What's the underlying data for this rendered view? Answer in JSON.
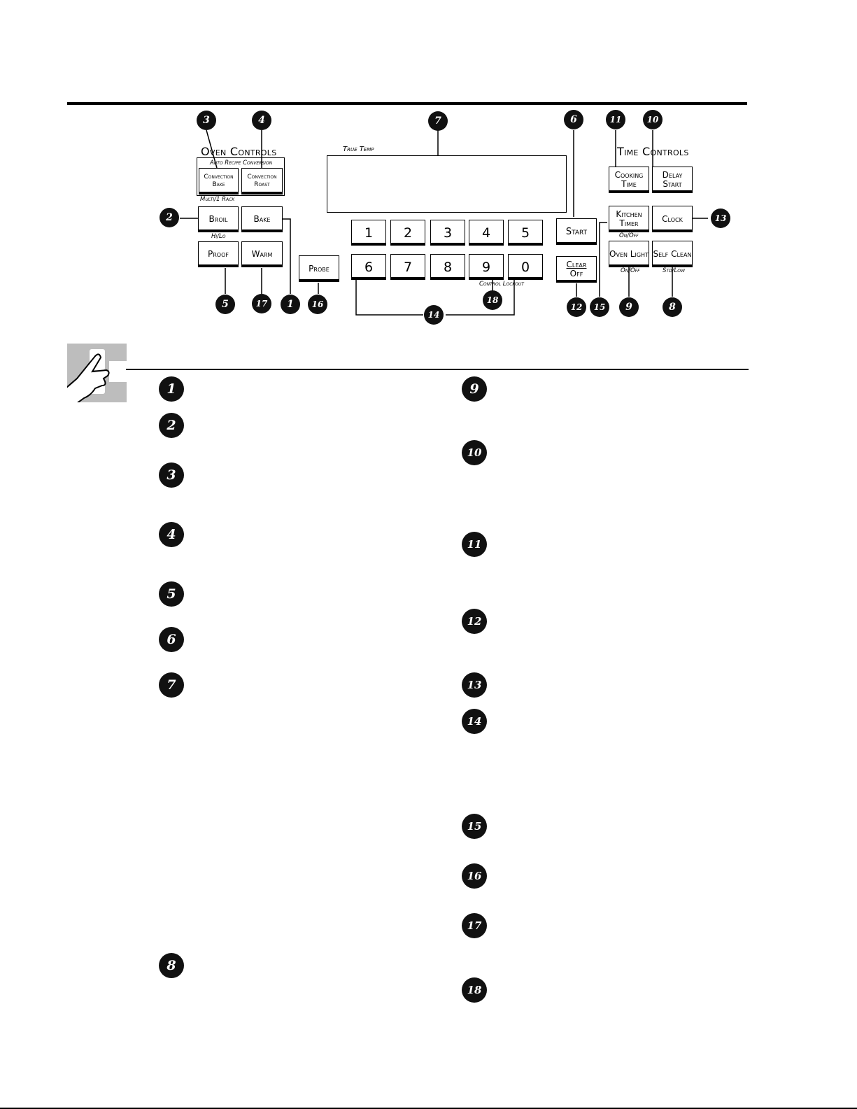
{
  "oven_controls": {
    "title": "Oven Controls",
    "sub_auto_recipe": "Auto Recipe Conversion",
    "sub_multi_rack": "Multi/1 Rack",
    "sub_hilo": "Hi/Lo",
    "keys": {
      "convection_bake": "Convection Bake",
      "convection_roast": "Convection Roast",
      "broil": "Broil",
      "bake": "Bake",
      "proof": "Proof",
      "warm": "Warm",
      "probe": "Probe"
    }
  },
  "display": {
    "label": "True Temp"
  },
  "number_pad": [
    "1",
    "2",
    "3",
    "4",
    "5",
    "6",
    "7",
    "8",
    "9",
    "0"
  ],
  "control_lockout": "Control Lockout",
  "start_key": "Start",
  "clear_off_key": {
    "line1": "Clear",
    "line2": "Off"
  },
  "time_controls": {
    "title": "Time Controls",
    "keys": {
      "cooking_time": "Cooking Time",
      "delay_start": "Delay Start",
      "kitchen_timer": "Kitchen Timer",
      "clock": "Clock",
      "oven_light": "Oven Light",
      "self_clean": "Self Clean"
    },
    "sub_on_off_timer": "On/Off",
    "sub_on_off_light": "On/Off",
    "sub_std_low": "Std/Low"
  },
  "callouts": [
    "1",
    "2",
    "3",
    "4",
    "5",
    "6",
    "7",
    "8",
    "9",
    "10",
    "11",
    "12",
    "13",
    "14",
    "15",
    "16",
    "17",
    "18"
  ],
  "list_left": [
    "1",
    "2",
    "3",
    "4",
    "5",
    "6",
    "7",
    "8"
  ],
  "list_right": [
    "9",
    "10",
    "11",
    "12",
    "13",
    "14",
    "15",
    "16",
    "17",
    "18"
  ]
}
